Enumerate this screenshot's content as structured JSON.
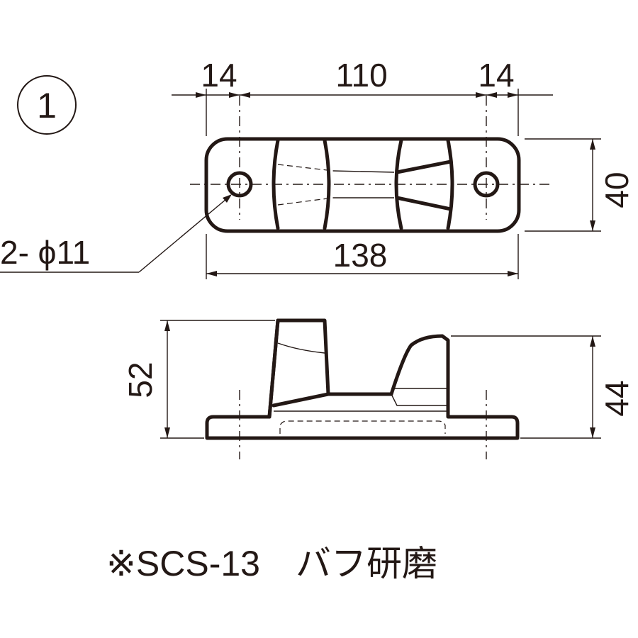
{
  "item_marker": "1",
  "dimensions": {
    "hole_pitch_left": "14",
    "center_span": "110",
    "hole_pitch_right": "14",
    "width": "40",
    "overall_length": "138",
    "holes": "2- ϕ11",
    "height_tall": "52",
    "height_short": "44"
  },
  "note": "※SCS-13　バフ研磨"
}
